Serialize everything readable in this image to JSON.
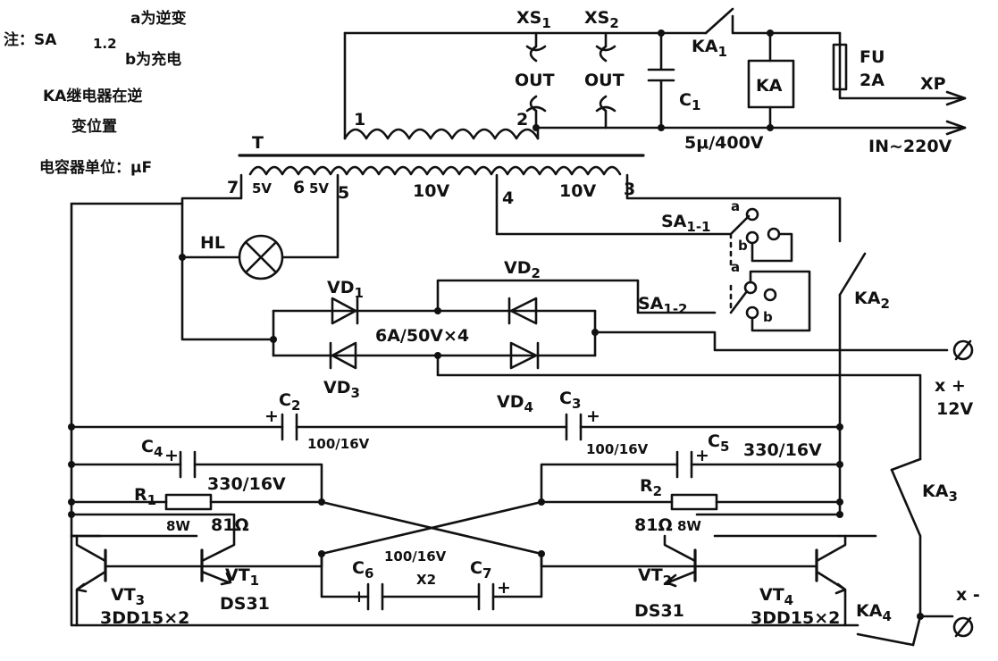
{
  "notes": {
    "sa_label": "注：SA",
    "sa_sub": "1.2",
    "a_line": "a为逆变",
    "b_line": "b为充电",
    "ka_line1": "KA继电器在逆",
    "ka_line2": "变位置",
    "cap_unit": "电容器单位：μF"
  },
  "top": {
    "xs1": "XS",
    "xs1_sub": "1",
    "xs2": "XS",
    "xs2_sub": "2",
    "out": "OUT",
    "c1": "C",
    "c1_sub": "1",
    "c1_value": "5μ/400V",
    "ka1": "KA",
    "ka1_sub": "1",
    "ka": "KA",
    "fu": "FU",
    "fu_value": "2A",
    "xp": "XP",
    "in_label": "IN~220V",
    "pin1": "1",
    "pin2": "2"
  },
  "transformer": {
    "t_label": "T",
    "taps": [
      "7",
      "6",
      "5",
      "4",
      "3"
    ],
    "sections": [
      "5V",
      "5V",
      "10V",
      "10V"
    ]
  },
  "components": {
    "hl": "HL",
    "sa11": "SA",
    "sa11_sub": "1-1",
    "sa12": "SA",
    "sa12_sub": "1-2",
    "sw_a": "a",
    "sw_b": "b",
    "ka2": "KA",
    "ka2_sub": "2",
    "ka3": "KA",
    "ka3_sub": "3",
    "ka4": "KA",
    "ka4_sub": "4",
    "vd1": "VD",
    "vd1_sub": "1",
    "vd2": "VD",
    "vd2_sub": "2",
    "vd3": "VD",
    "vd3_sub": "3",
    "vd4": "VD",
    "vd4_sub": "4",
    "diode_rating": "6A/50V×4",
    "x_plus": "x +",
    "v12": "12V",
    "x_minus": "x -"
  },
  "oscillator": {
    "c2": "C",
    "c2_sub": "2",
    "c2_value": "100/16V",
    "c3": "C",
    "c3_sub": "3",
    "c3_value": "100/16V",
    "c4": "C",
    "c4_sub": "4",
    "c4_value": "330/16V",
    "c5": "C",
    "c5_sub": "5",
    "c5_value": "330/16V",
    "r1": "R",
    "r1_sub": "1",
    "r1_power": "8W",
    "r1_value": "81Ω",
    "r2": "R",
    "r2_sub": "2",
    "r2_power": "8W",
    "r2_value": "81Ω",
    "c6": "C",
    "c6_sub": "6",
    "c7": "C",
    "c7_sub": "7",
    "c67_value": "100/16V",
    "c67_mult": "X2",
    "vt1": "VT",
    "vt1_sub": "1",
    "vt1_type": "DS31",
    "vt2": "VT",
    "vt2_sub": "2",
    "vt2_type": "DS31",
    "vt3": "VT",
    "vt3_sub": "3",
    "vt3_type": "3DD15×2",
    "vt4": "VT",
    "vt4_sub": "4",
    "vt4_type": "3DD15×2",
    "plus": "+"
  }
}
